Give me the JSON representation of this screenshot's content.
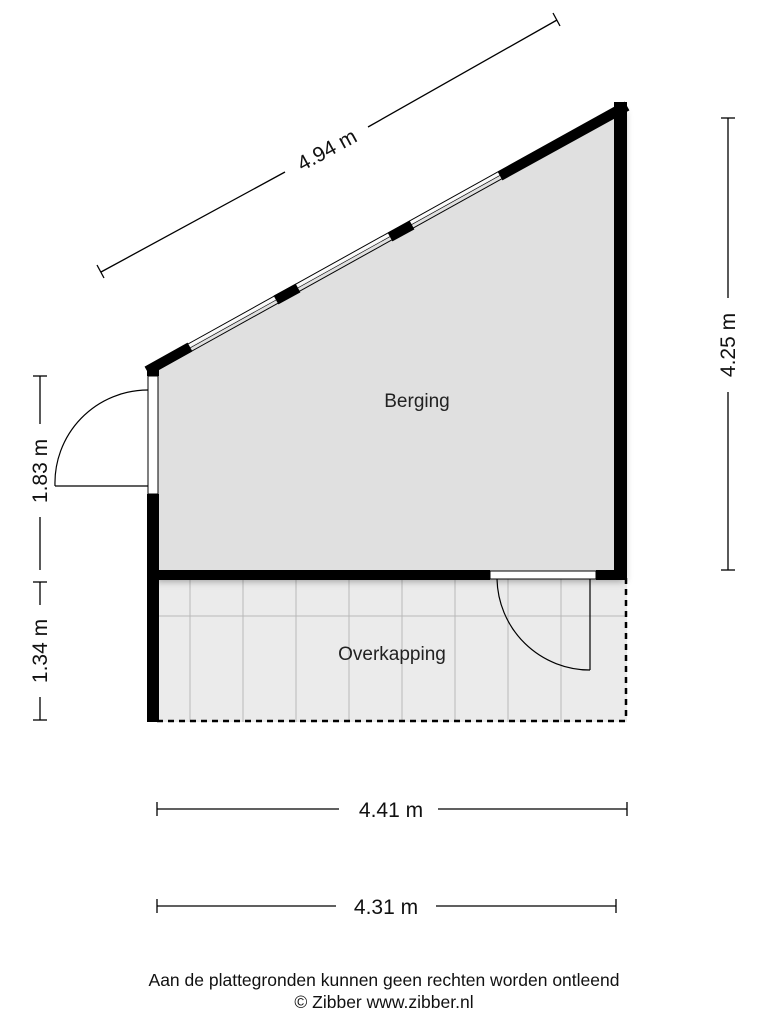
{
  "plan": {
    "rooms": {
      "berging": "Berging",
      "overkapping": "Overkapping"
    },
    "dimensions": {
      "diagonal": "4.94 m",
      "right_height": "4.25 m",
      "left_upper": "1.83 m",
      "left_lower": "1.34 m",
      "width_upper": "4.41 m",
      "width_lower": "4.31 m"
    }
  },
  "footer": {
    "disclaimer": "Aan de plattegronden kunnen geen rechten worden ontleend",
    "copyright": "© Zibber www.zibber.nl"
  },
  "colors": {
    "room_fill": "#e0e0e0",
    "porch_fill": "#ebebeb",
    "wall": "#000000",
    "grid": "#b8b8b8",
    "dimension_line": "#000000",
    "background": "#ffffff"
  }
}
